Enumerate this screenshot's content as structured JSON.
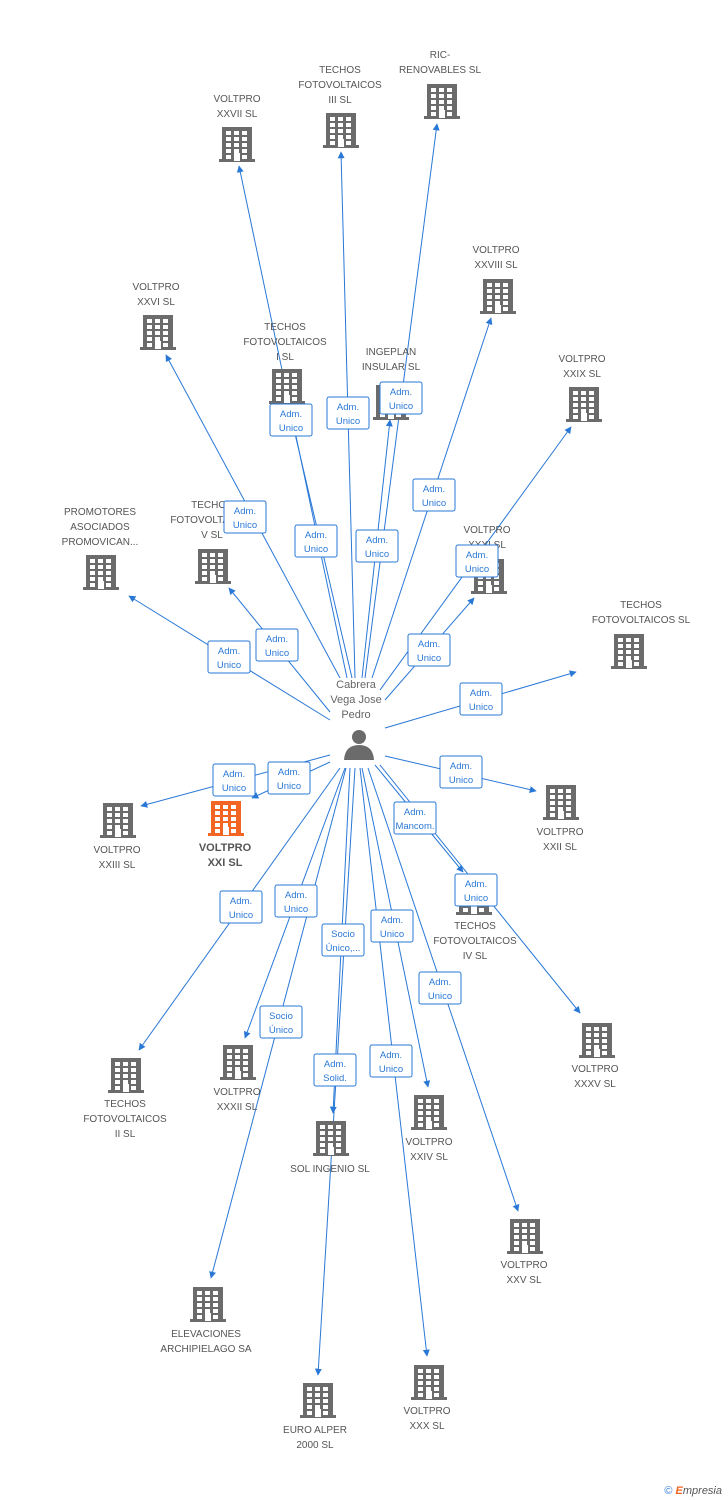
{
  "colors": {
    "edge": "#2a78d6",
    "building": "#6b6b6b",
    "highlight": "#f26522",
    "person": "#6b6b6b",
    "text": "#555555"
  },
  "center": {
    "name": "center-person",
    "label": [
      "Cabrera",
      "Vega Jose",
      "Pedro"
    ],
    "icon": "person-icon"
  },
  "nodes": [
    {
      "id": "voltpro-xxvii",
      "label": [
        "VOLTPRO",
        "XXVII SL"
      ]
    },
    {
      "id": "techos-fotovoltaicos-iii",
      "label": [
        "TECHOS",
        "FOTOVOLTAICOS",
        "III SL"
      ]
    },
    {
      "id": "ric-renovables",
      "label": [
        "RIC-",
        "RENOVABLES SL"
      ]
    },
    {
      "id": "voltpro-xxviii",
      "label": [
        "VOLTPRO",
        "XXVIII SL"
      ]
    },
    {
      "id": "voltpro-xxvi",
      "label": [
        "VOLTPRO",
        "XXVI SL"
      ]
    },
    {
      "id": "techos-fotovoltaicos-i",
      "label": [
        "TECHOS",
        "FOTOVOLTAICOS",
        "I SL"
      ]
    },
    {
      "id": "ingeplan-insular",
      "label": [
        "INGEPLAN",
        "INSULAR SL"
      ]
    },
    {
      "id": "voltpro-xxix",
      "label": [
        "VOLTPRO",
        "XXIX SL"
      ]
    },
    {
      "id": "promotores-asociados",
      "label": [
        "PROMOTORES",
        "ASOCIADOS",
        "PROMOVICAN..."
      ]
    },
    {
      "id": "techos-fotovoltaicos-v",
      "label": [
        "TECHOS",
        "FOTOVOLTAICOS",
        "V SL"
      ]
    },
    {
      "id": "voltpro-xxxi",
      "label": [
        "VOLTPRO",
        "XXXI SL"
      ]
    },
    {
      "id": "techos-fotovoltaicos-sl",
      "label": [
        "TECHOS",
        "FOTOVOLTAICOS SL"
      ]
    },
    {
      "id": "voltpro-xxiii",
      "label": [
        "VOLTPRO",
        "XXIII SL"
      ]
    },
    {
      "id": "voltpro-xxi",
      "label": [
        "VOLTPRO",
        "XXI SL"
      ],
      "highlight": true
    },
    {
      "id": "voltpro-xxii",
      "label": [
        "VOLTPRO",
        "XXII SL"
      ]
    },
    {
      "id": "techos-fotovoltaicos-iv",
      "label": [
        "TECHOS",
        "FOTOVOLTAICOS",
        "IV SL"
      ]
    },
    {
      "id": "voltpro-xxxv",
      "label": [
        "VOLTPRO",
        "XXXV SL"
      ]
    },
    {
      "id": "techos-fotovoltaicos-ii",
      "label": [
        "TECHOS",
        "FOTOVOLTAICOS",
        "II SL"
      ]
    },
    {
      "id": "voltpro-xxxii",
      "label": [
        "VOLTPRO",
        "XXXII SL"
      ]
    },
    {
      "id": "sol-ingenio",
      "label": [
        "SOL INGENIO SL"
      ]
    },
    {
      "id": "voltpro-xxiv",
      "label": [
        "VOLTPRO",
        "XXIV SL"
      ]
    },
    {
      "id": "voltpro-xxv",
      "label": [
        "VOLTPRO",
        "XXV SL"
      ]
    },
    {
      "id": "elevaciones-archipielago",
      "label": [
        "ELEVACIONES",
        "ARCHIPIELAGO SA"
      ]
    },
    {
      "id": "euro-alper",
      "label": [
        "EURO ALPER",
        "2000 SL"
      ]
    },
    {
      "id": "voltpro-xxx",
      "label": [
        "VOLTPRO",
        "XXX SL"
      ]
    }
  ],
  "edges": [
    {
      "target": "voltpro-xxvii",
      "label": [
        "Adm.",
        "Unico"
      ]
    },
    {
      "target": "techos-fotovoltaicos-iii",
      "label": [
        "Adm.",
        "Unico"
      ]
    },
    {
      "target": "ric-renovables",
      "label": [
        "Adm.",
        "Unico"
      ]
    },
    {
      "target": "voltpro-xxviii",
      "label": [
        "Adm.",
        "Unico"
      ]
    },
    {
      "target": "voltpro-xxvi",
      "label": [
        "Adm.",
        "Unico"
      ]
    },
    {
      "target": "techos-fotovoltaicos-i",
      "label": [
        "Adm.",
        "Unico"
      ]
    },
    {
      "target": "ingeplan-insular",
      "label": [
        "Adm.",
        "Unico"
      ]
    },
    {
      "target": "voltpro-xxix",
      "label": [
        "Adm.",
        "Unico"
      ]
    },
    {
      "target": "promotores-asociados",
      "label": [
        "Adm.",
        "Unico"
      ]
    },
    {
      "target": "techos-fotovoltaicos-v",
      "label": [
        "Adm.",
        "Unico"
      ]
    },
    {
      "target": "voltpro-xxxi",
      "label": [
        "Adm.",
        "Unico"
      ]
    },
    {
      "target": "techos-fotovoltaicos-sl",
      "label": [
        "Adm.",
        "Unico"
      ]
    },
    {
      "target": "voltpro-xxiii",
      "label": [
        "Adm.",
        "Unico"
      ]
    },
    {
      "target": "voltpro-xxi",
      "label": [
        "Adm.",
        "Unico"
      ]
    },
    {
      "target": "voltpro-xxii",
      "label": [
        "Adm.",
        "Unico"
      ]
    },
    {
      "target": "techos-fotovoltaicos-iv",
      "label": [
        "Adm.",
        "Mancom."
      ]
    },
    {
      "target": "voltpro-xxxv",
      "label": [
        "Adm.",
        "Unico"
      ]
    },
    {
      "target": "techos-fotovoltaicos-ii",
      "label": [
        "Adm.",
        "Unico"
      ]
    },
    {
      "target": "voltpro-xxxii",
      "label": [
        "Adm.",
        "Unico"
      ]
    },
    {
      "target": "sol-ingenio",
      "label": [
        "Adm.",
        "Solid."
      ]
    },
    {
      "target": "voltpro-xxiv",
      "label": [
        "Adm.",
        "Unico"
      ]
    },
    {
      "target": "voltpro-xxv",
      "label": [
        "Adm.",
        "Unico"
      ]
    },
    {
      "target": "elevaciones-archipielago",
      "label": [
        "Socio",
        "Único"
      ]
    },
    {
      "target": "euro-alper",
      "label": [
        "Socio",
        "Único,..."
      ]
    },
    {
      "target": "voltpro-xxx",
      "label": [
        "Adm.",
        "Unico"
      ]
    }
  ],
  "footer": {
    "copyright": "©",
    "brand_e": "E",
    "brand_rest": "mpresia"
  }
}
